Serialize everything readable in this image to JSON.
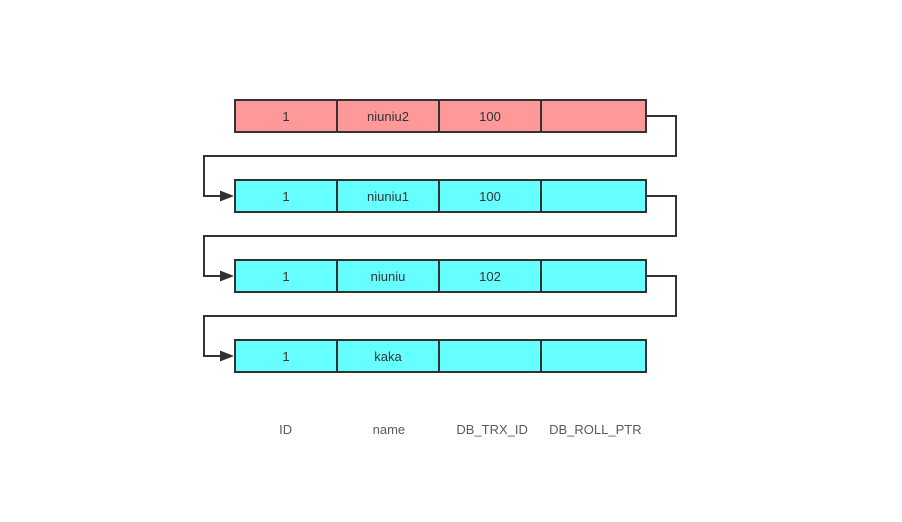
{
  "diagram": {
    "description": "Row version chain with roll pointers",
    "rows": [
      {
        "id": "1",
        "name": "niuniu2",
        "db_trx_id": "100",
        "db_roll_ptr": "",
        "fill": "#FF9999"
      },
      {
        "id": "1",
        "name": "niuniu1",
        "db_trx_id": "100",
        "db_roll_ptr": "",
        "fill": "#66FFFF"
      },
      {
        "id": "1",
        "name": "niuniu",
        "db_trx_id": "102",
        "db_roll_ptr": "",
        "fill": "#66FFFF"
      },
      {
        "id": "1",
        "name": "kaka",
        "db_trx_id": "",
        "db_roll_ptr": "",
        "fill": "#66FFFF"
      }
    ],
    "column_labels": [
      "ID",
      "name",
      "DB_TRX_ID",
      "DB_ROLL_PTR"
    ],
    "colors": {
      "current_row_fill": "#FF9999",
      "undo_row_fill": "#66FFFF",
      "border": "#333333",
      "connector": "#333333",
      "cell_text": "#333333",
      "label_text": "#595959",
      "background": "#FFFFFF"
    }
  }
}
